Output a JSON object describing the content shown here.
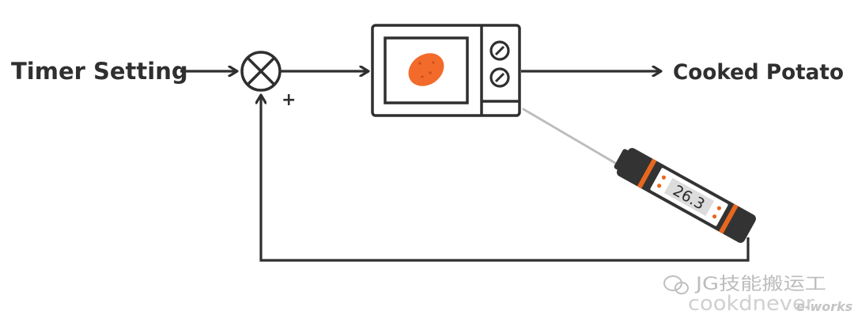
{
  "diagram": {
    "input_label": "Timer Setting",
    "output_label": "Cooked Potato",
    "sum_sign": "+",
    "thermometer_reading": "26.3"
  },
  "watermark": {
    "channel_name": "JG技能搬运工",
    "brand": "e-works",
    "partial_text": "cookdnever"
  },
  "colors": {
    "stroke": "#2f2f2f",
    "potato": "#f26b2b",
    "probe_accent": "#e8671f",
    "background": "#ffffff"
  },
  "icons": {
    "summing_junction": "circle-x-icon",
    "appliance": "microwave-icon",
    "food": "potato-icon",
    "sensor": "thermometer-probe-icon",
    "wechat": "wechat-icon"
  }
}
